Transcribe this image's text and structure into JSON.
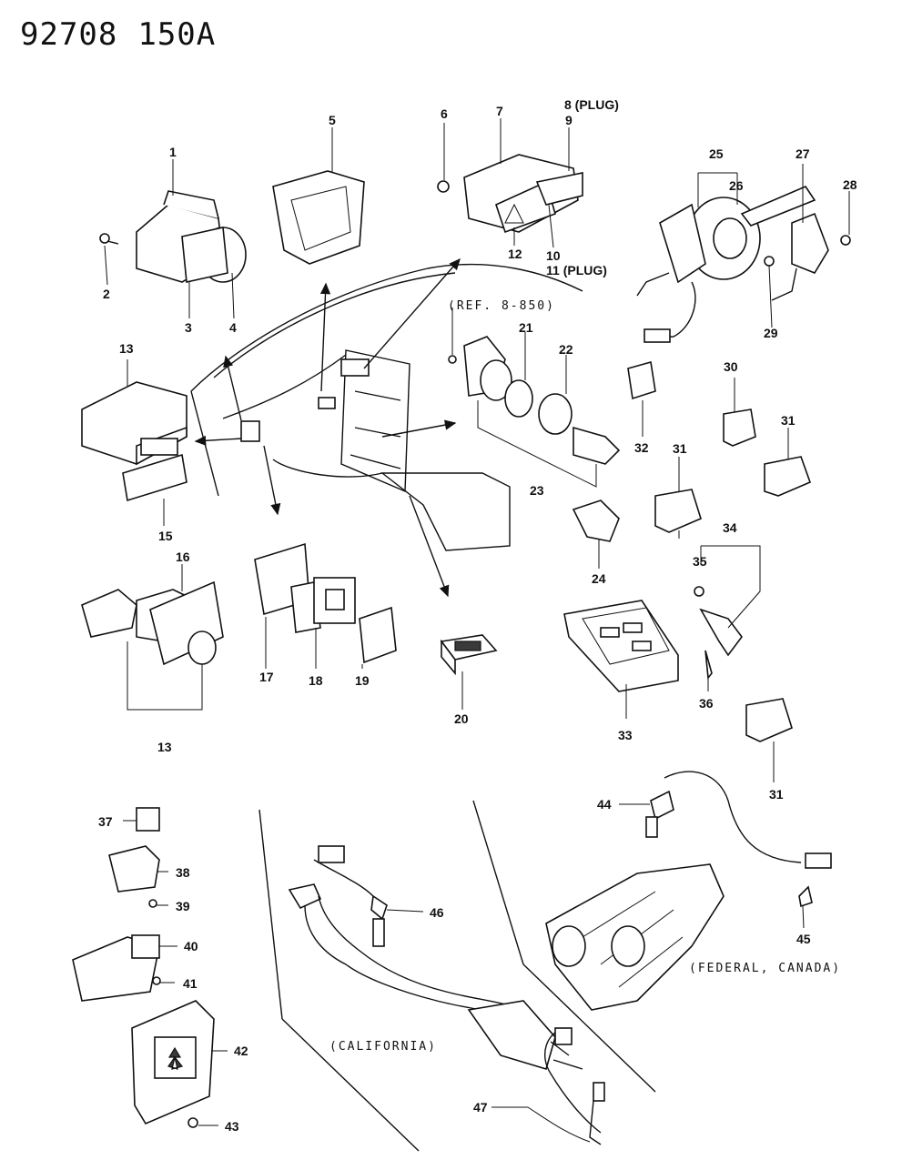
{
  "header": {
    "doc_number": "92708",
    "group_code": "150A"
  },
  "notes": {
    "ref": "(REF. 8-850)",
    "california": "(CALIFORNIA)",
    "federal": "(FEDERAL, CANADA)"
  },
  "callouts": {
    "c1": "1",
    "c2": "2",
    "c3": "3",
    "c4": "4",
    "c5": "5",
    "c6": "6",
    "c7": "7",
    "c8": "8 (PLUG)",
    "c9": "9",
    "c10": "10",
    "c11": "11 (PLUG)",
    "c12": "12",
    "c13a": "13",
    "c13b": "13",
    "c15": "15",
    "c16": "16",
    "c17": "17",
    "c18": "18",
    "c19": "19",
    "c20": "20",
    "c21": "21",
    "c22": "22",
    "c23": "23",
    "c24": "24",
    "c25": "25",
    "c26": "26",
    "c27": "27",
    "c28": "28",
    "c29": "29",
    "c30": "30",
    "c31a": "31",
    "c31b": "31",
    "c31c": "31",
    "c32": "32",
    "c33": "33",
    "c34": "34",
    "c35": "35",
    "c36": "36",
    "c37": "37",
    "c38": "38",
    "c39": "39",
    "c40": "40",
    "c41": "41",
    "c42": "42",
    "c43": "43",
    "c44": "44",
    "c45": "45",
    "c46": "46",
    "c47": "47"
  }
}
